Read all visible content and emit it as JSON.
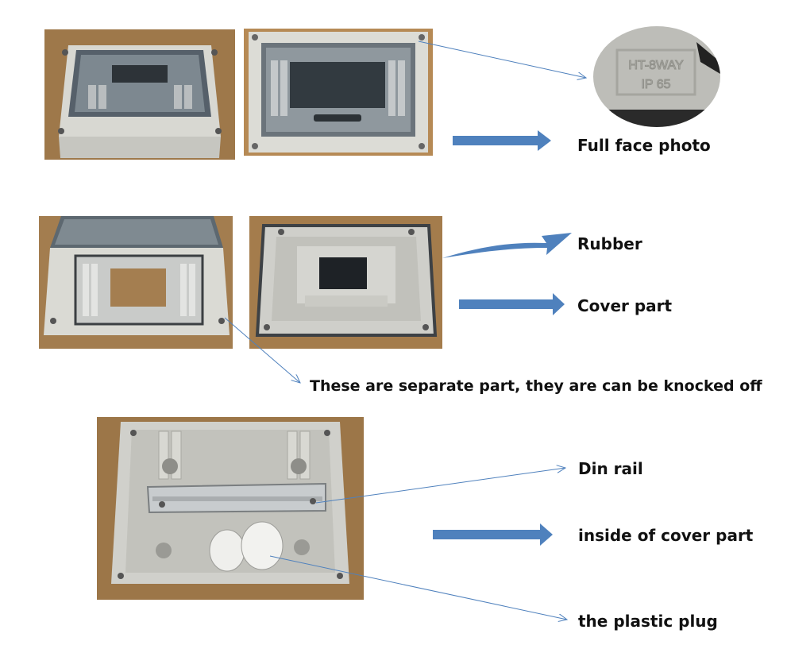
{
  "photos": {
    "photo_1": {
      "description": "closed enclosure with transparent door, angled view"
    },
    "photo_2": {
      "description": "enclosure full face view"
    },
    "photo_3": {
      "description": "close-up of embossed marking",
      "marking_line_1": "HT-8WAY",
      "marking_line_2": "IP 65"
    },
    "photo_4": {
      "description": "enclosure with door open"
    },
    "photo_5": {
      "description": "inner cover part with rubber seal"
    },
    "photo_6": {
      "description": "inside of box with din rail and plastic plugs"
    }
  },
  "labels": {
    "full_face": "Full face photo",
    "rubber": "Rubber",
    "cover_part": "Cover part",
    "separate_parts": "These are separate part, they are can be knocked off",
    "din_rail": "Din rail",
    "inside_cover": "inside of cover part",
    "plastic_plug": "the plastic plug"
  },
  "colors": {
    "arrow_fill": "#4F81BD",
    "leader_line": "#4F81BD",
    "wood": "#A6804F",
    "plastic": "#D9D9D4"
  }
}
